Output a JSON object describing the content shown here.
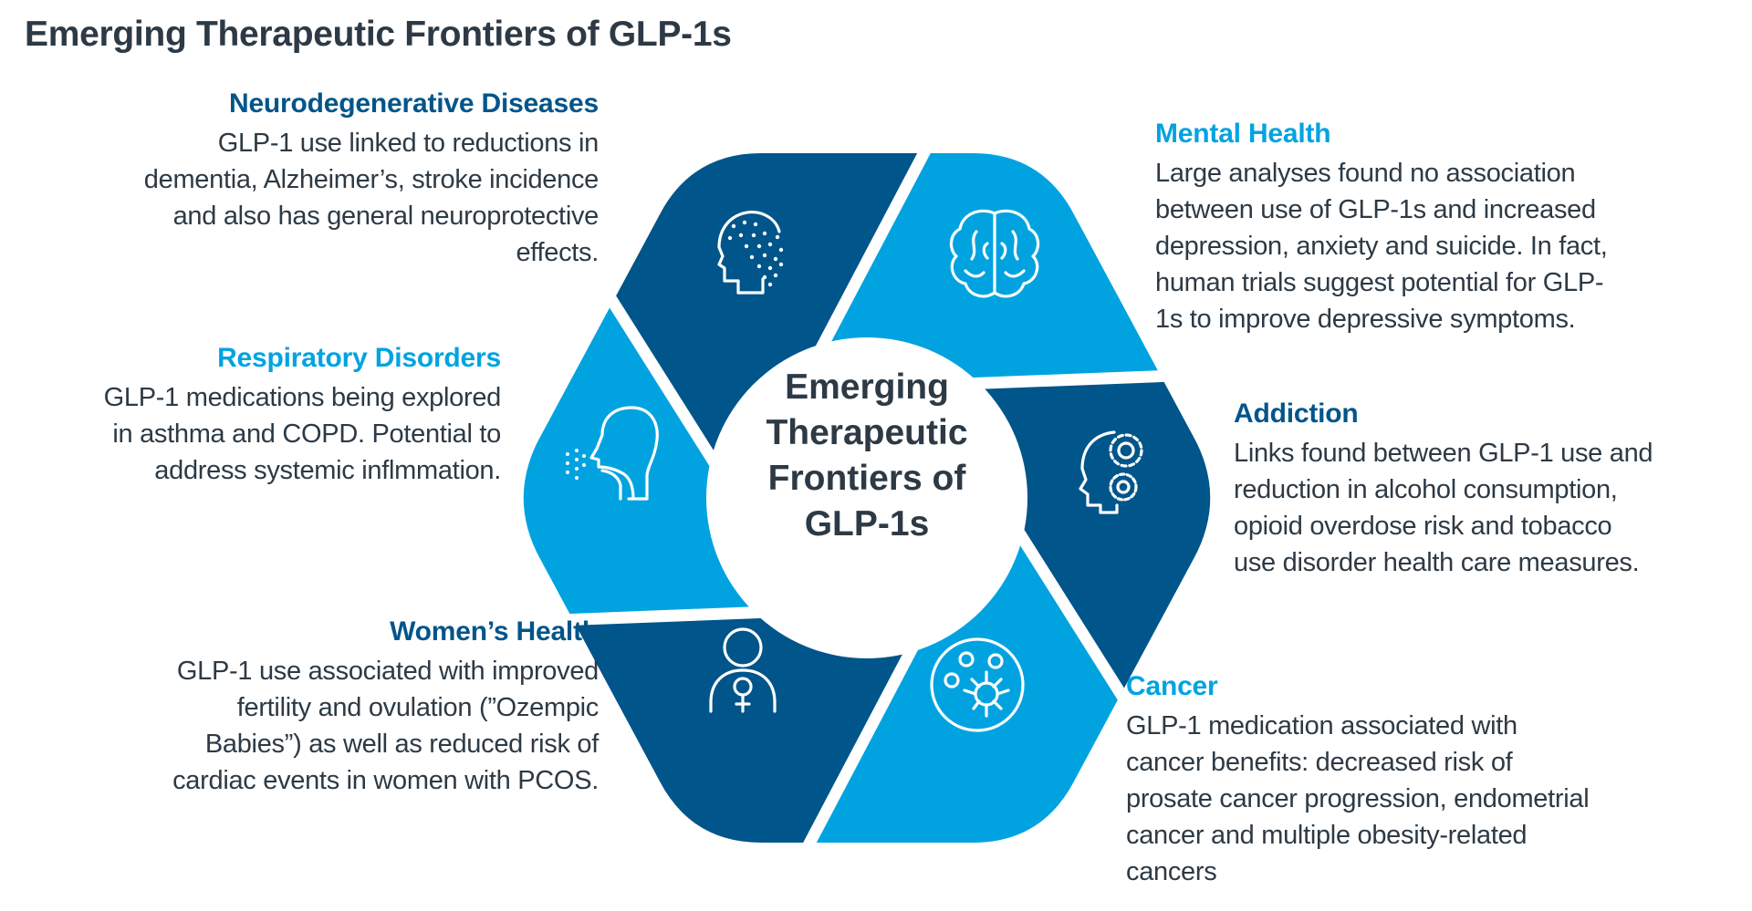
{
  "title": "Emerging Therapeutic Frontiers of GLP-1s",
  "center": {
    "lines": [
      "Emerging",
      "Therapeutic",
      "Frontiers of",
      "GLP-1s"
    ]
  },
  "colors": {
    "dark": "#00558a",
    "light": "#00a3e0",
    "text": "#2d3a45"
  },
  "sections": {
    "neuro": {
      "heading": "Neurodegenerative Diseases",
      "icon": "head-dots-icon",
      "lines": [
        "GLP-1 use linked to reductions in",
        "dementia, Alzheimer’s, stroke incidence",
        "and also has general neuroprotective",
        "effects."
      ]
    },
    "mental": {
      "heading": "Mental Health",
      "icon": "brain-icon",
      "lines": [
        "Large analyses found no association",
        "between use of GLP-1s and increased",
        "depression, anxiety and suicide. In fact,",
        "human trials suggest potential for GLP-",
        "1s to improve depressive symptoms."
      ]
    },
    "respiratory": {
      "heading": "Respiratory Disorders",
      "icon": "breathing-head-icon",
      "lines": [
        "GLP-1 medications being explored",
        "in asthma and COPD. Potential to",
        "address systemic inflmmation."
      ]
    },
    "addiction": {
      "heading": "Addiction",
      "icon": "head-gears-icon",
      "lines": [
        "Links found between GLP-1 use and",
        "reduction in alcohol consumption,",
        "opioid overdose risk and tobacco",
        "use disorder health care measures."
      ]
    },
    "womens": {
      "heading": "Women’s Health",
      "icon": "female-person-icon",
      "lines": [
        "GLP-1 use associated with improved",
        "fertility and ovulation (”Ozempic",
        "Babies”) as well as reduced risk of",
        "cardiac events in women with PCOS."
      ]
    },
    "cancer": {
      "heading": "Cancer",
      "icon": "cancer-cell-icon",
      "lines": [
        "GLP-1 medication associated with",
        "cancer benefits: decreased risk of",
        "prosate cancer progression, endometrial",
        "cancer and multiple obesity-related",
        "cancers"
      ]
    }
  }
}
